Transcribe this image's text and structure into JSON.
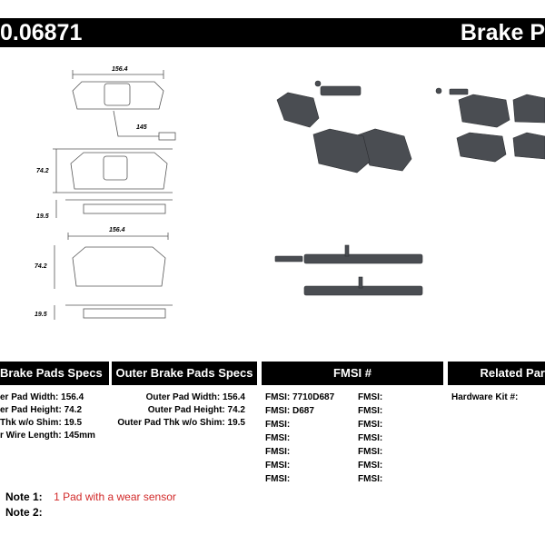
{
  "header": {
    "part_number": "0.06871",
    "title": "Brake P"
  },
  "drawing": {
    "dims": {
      "width_top": "156.4",
      "wire": "145",
      "height_top": "74.2",
      "thickness_top": "19.5",
      "width_bottom": "156.4",
      "height_bottom": "74.2",
      "thickness_bottom": "19.5"
    }
  },
  "inner_specs": {
    "heading": "Brake Pads Specs",
    "rows": [
      {
        "label": "er Pad Width:",
        "value": "156.4"
      },
      {
        "label": "er Pad Height:",
        "value": "74.2"
      },
      {
        "label": "Thk w/o Shim:",
        "value": "19.5"
      },
      {
        "label": "r Wire Length:",
        "value": "145mm"
      }
    ]
  },
  "outer_specs": {
    "heading": "Outer Brake Pads Specs",
    "rows": [
      {
        "label": "Outer Pad Width:",
        "value": "156.4"
      },
      {
        "label": "Outer Pad Height:",
        "value": "74.2"
      },
      {
        "label": "Outer Pad Thk w/o Shim:",
        "value": "19.5"
      }
    ]
  },
  "fmsi": {
    "heading": "FMSI #",
    "label": "FMSI:",
    "left_values": [
      "7710D687",
      "D687",
      "",
      "",
      "",
      "",
      ""
    ],
    "right_values": [
      "",
      "",
      "",
      "",
      "",
      "",
      ""
    ]
  },
  "related": {
    "heading": "Related Par",
    "hardware_label": "Hardware Kit #:"
  },
  "notes": [
    {
      "label": "Note 1:",
      "value": "1 Pad with a wear sensor"
    },
    {
      "label": "Note 2:",
      "value": ""
    }
  ],
  "colors": {
    "header_bg": "#000000",
    "note_text": "#d22a2a",
    "pad_fill": "#4a4d52",
    "drawing_stroke": "#555555"
  }
}
